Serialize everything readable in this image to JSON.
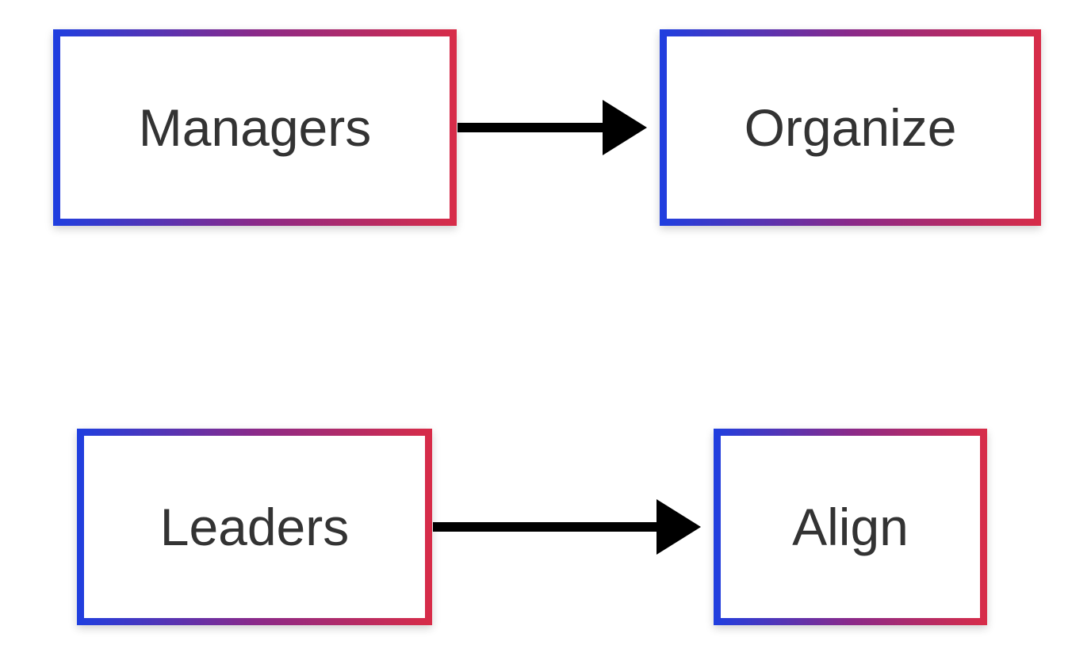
{
  "diagram": {
    "nodes": [
      {
        "id": "managers",
        "label": "Managers"
      },
      {
        "id": "organize",
        "label": "Organize"
      },
      {
        "id": "leaders",
        "label": "Leaders"
      },
      {
        "id": "align",
        "label": "Align"
      }
    ],
    "edges": [
      {
        "from": "managers",
        "to": "organize"
      },
      {
        "from": "leaders",
        "to": "align"
      }
    ],
    "colors": {
      "border_gradient_start": "#1f3fe0",
      "border_gradient_mid": "#8a2a8a",
      "border_gradient_end": "#d82c48",
      "text": "#333333",
      "arrow": "#000000",
      "background": "#ffffff"
    }
  }
}
